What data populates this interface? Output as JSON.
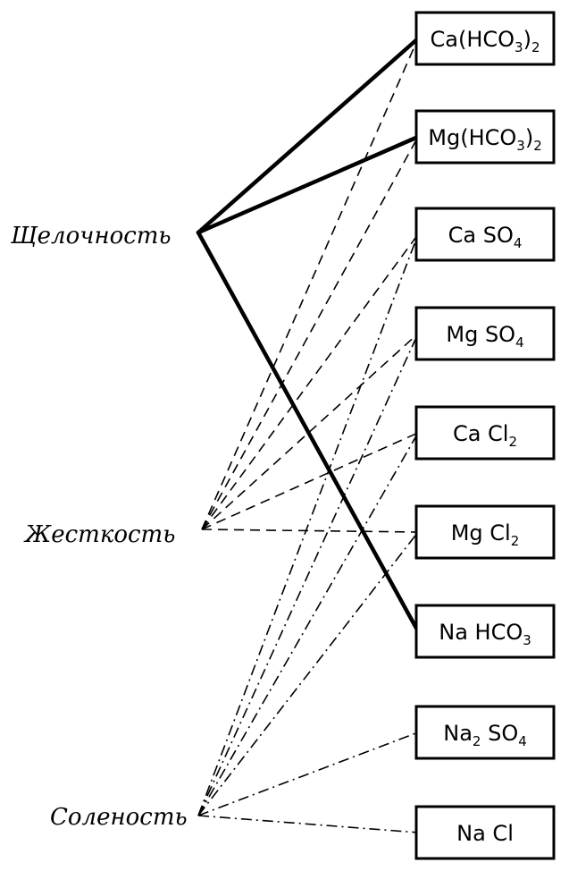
{
  "properties": [
    {
      "id": "alkalinity",
      "label": "Щелочность"
    },
    {
      "id": "hardness",
      "label": "Жесткость"
    },
    {
      "id": "salinity",
      "label": "Соленость"
    }
  ],
  "salts": [
    {
      "id": "ca_hco3_2",
      "parts": [
        [
          "Ca(HCO",
          ""
        ],
        [
          "3",
          "sub"
        ],
        [
          ")",
          ""
        ],
        [
          "2",
          "sub"
        ]
      ]
    },
    {
      "id": "mg_hco3_2",
      "parts": [
        [
          "Mg(HCO",
          ""
        ],
        [
          "3",
          "sub"
        ],
        [
          ")",
          ""
        ],
        [
          "2",
          "sub"
        ]
      ]
    },
    {
      "id": "caso4",
      "parts": [
        [
          "Ca SO",
          ""
        ],
        [
          "4",
          "sub"
        ]
      ]
    },
    {
      "id": "mgso4",
      "parts": [
        [
          "Mg SO",
          ""
        ],
        [
          "4",
          "sub"
        ]
      ]
    },
    {
      "id": "cacl2",
      "parts": [
        [
          "Ca Cl",
          ""
        ],
        [
          "2",
          "sub"
        ]
      ]
    },
    {
      "id": "mgcl2",
      "parts": [
        [
          "Mg Cl",
          ""
        ],
        [
          "2",
          "sub"
        ]
      ]
    },
    {
      "id": "nahco3",
      "parts": [
        [
          "Na HCO",
          ""
        ],
        [
          "3",
          "sub"
        ]
      ]
    },
    {
      "id": "na2so4",
      "parts": [
        [
          "Na",
          ""
        ],
        [
          "2",
          "sub"
        ],
        [
          " SO",
          ""
        ],
        [
          "4",
          "sub"
        ]
      ]
    },
    {
      "id": "nacl",
      "parts": [
        [
          "Na Cl",
          ""
        ]
      ]
    }
  ],
  "connections": [
    {
      "from": "alkalinity",
      "to": "ca_hco3_2",
      "style": "solid"
    },
    {
      "from": "alkalinity",
      "to": "mg_hco3_2",
      "style": "solid"
    },
    {
      "from": "alkalinity",
      "to": "nahco3",
      "style": "solid"
    },
    {
      "from": "hardness",
      "to": "ca_hco3_2",
      "style": "dashed"
    },
    {
      "from": "hardness",
      "to": "mg_hco3_2",
      "style": "dashed"
    },
    {
      "from": "hardness",
      "to": "caso4",
      "style": "dashed"
    },
    {
      "from": "hardness",
      "to": "mgso4",
      "style": "dashed"
    },
    {
      "from": "hardness",
      "to": "cacl2",
      "style": "dashed"
    },
    {
      "from": "hardness",
      "to": "mgcl2",
      "style": "dashed"
    },
    {
      "from": "salinity",
      "to": "caso4",
      "style": "dashdot"
    },
    {
      "from": "salinity",
      "to": "mgso4",
      "style": "dashdot"
    },
    {
      "from": "salinity",
      "to": "cacl2",
      "style": "dashdot"
    },
    {
      "from": "salinity",
      "to": "mgcl2",
      "style": "dashdot"
    },
    {
      "from": "salinity",
      "to": "na2so4",
      "style": "dashdot"
    },
    {
      "from": "salinity",
      "to": "nacl",
      "style": "dashdot"
    }
  ]
}
